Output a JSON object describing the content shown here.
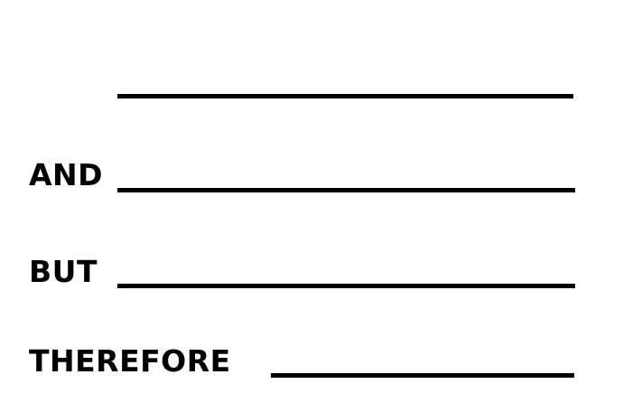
{
  "worksheet": {
    "labels": {
      "and": "AND",
      "but": "BUT",
      "therefore": "THEREFORE"
    },
    "colors": {
      "background": "#ffffff",
      "ink": "#000000"
    }
  }
}
